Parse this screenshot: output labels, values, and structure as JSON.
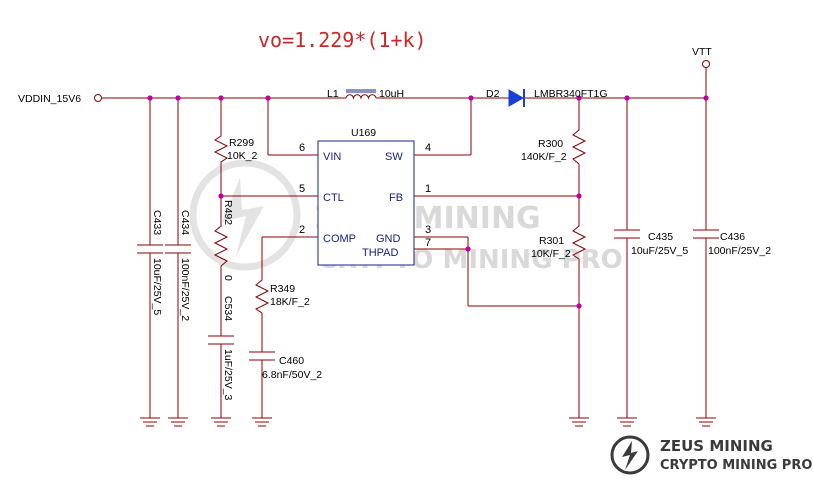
{
  "formula": "vo=1.229*(1+k)",
  "nets": {
    "vin": "VDDIN_15V6",
    "vout": "VTT"
  },
  "ic": {
    "ref": "U169",
    "pins": {
      "vin": {
        "num": "6",
        "name": "VIN"
      },
      "sw": {
        "num": "4",
        "name": "SW"
      },
      "ctl": {
        "num": "5",
        "name": "CTL"
      },
      "fb": {
        "num": "1",
        "name": "FB"
      },
      "comp": {
        "num": "2",
        "name": "COMP"
      },
      "gnd": {
        "num": "3",
        "name": "GND"
      },
      "thpad": {
        "num": "7",
        "name": "THPAD"
      }
    }
  },
  "inductor": {
    "ref": "L1",
    "value": "10uH"
  },
  "diode": {
    "ref": "D2",
    "value": "LMBR340FT1G"
  },
  "resistors": {
    "r299": {
      "ref": "R299",
      "value": "10K_2"
    },
    "r492": {
      "ref": "R492",
      "value": "0"
    },
    "r349": {
      "ref": "R349",
      "value": "18K/F_2"
    },
    "r300": {
      "ref": "R300",
      "value": "140K/F_2"
    },
    "r301": {
      "ref": "R301",
      "value": "10K/F_2"
    }
  },
  "capacitors": {
    "c433": {
      "ref": "C433",
      "value": "10uF/25V_5"
    },
    "c434": {
      "ref": "C434",
      "value": "100nF/25V_2"
    },
    "c534": {
      "ref": "C534",
      "value": "1uF/25V_3"
    },
    "c460": {
      "ref": "C460",
      "value": "6.8nF/50V_2"
    },
    "c435": {
      "ref": "C435",
      "value": "10uF/25V_5"
    },
    "c436": {
      "ref": "C436",
      "value": "100nF/25V_2"
    }
  },
  "watermark": {
    "line1": "ZEUS MINING",
    "line2": "CRYPTO MINING PRO"
  },
  "brand": {
    "line1": "ZEUS MINING",
    "line2": "CRYPTO MINING PRO"
  },
  "colors": {
    "wire": "#8b0000",
    "junction": "#c000a0",
    "formula": "#c62828",
    "pin_name": "#1a237e"
  }
}
